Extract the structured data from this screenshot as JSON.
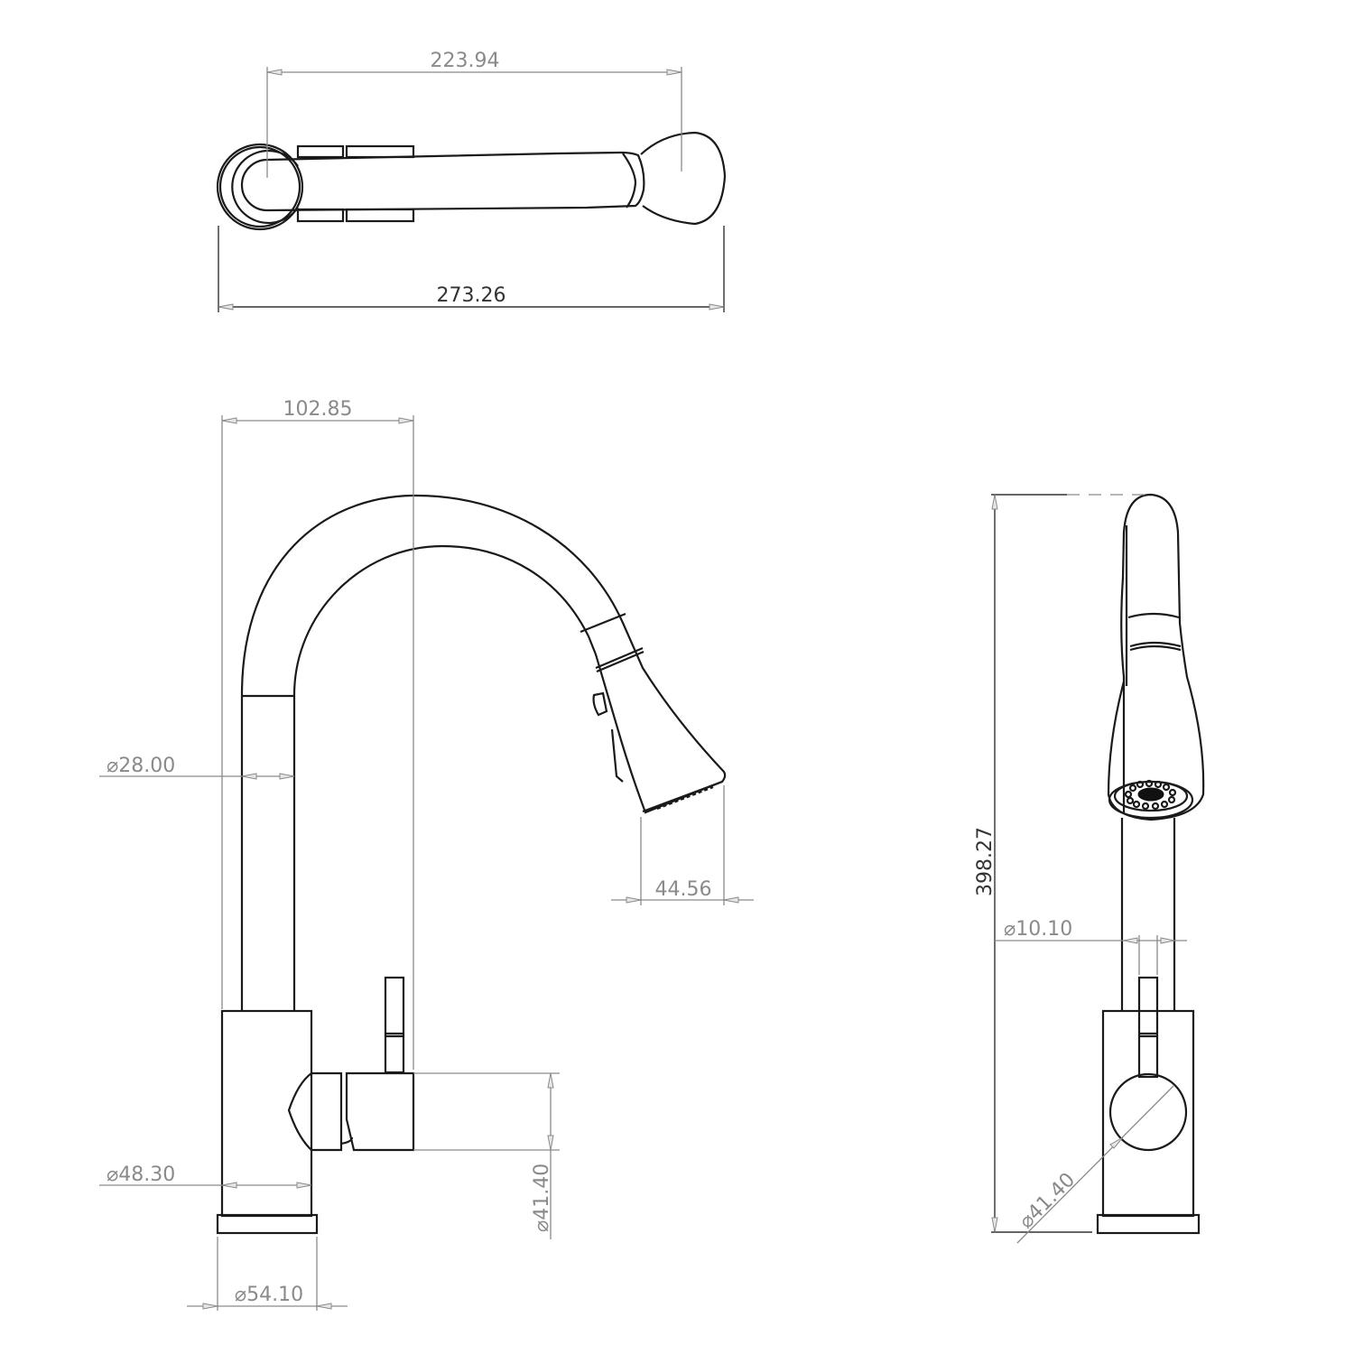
{
  "drawing": {
    "subject": "Pull-down kitchen faucet",
    "views": {
      "top": {
        "dims": {
          "spout_reach": "223.94",
          "overall_length": "273.26"
        }
      },
      "front": {
        "dims": {
          "arc_offset": "102.85",
          "spout_diameter": "⌀28.00",
          "spray_head_width": "44.56",
          "body_diameter": "⌀48.30",
          "base_diameter": "⌀54.10",
          "handle_hub_diameter": "⌀41.40"
        }
      },
      "side": {
        "dims": {
          "overall_height": "398.27",
          "lever_diameter": "⌀10.10",
          "handle_hub_diameter": "⌀41.40"
        }
      }
    },
    "colors": {
      "outline": "#1a1a1a",
      "dimension": "#8a8a8a",
      "background": "#ffffff"
    }
  }
}
